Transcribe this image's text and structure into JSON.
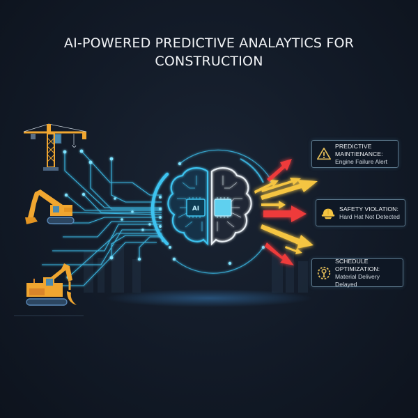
{
  "title": {
    "line1": "AI-POWERED PREDICTIVE ANALAYTICS FOR",
    "line2": "CONSTRUCTION"
  },
  "equipment": [
    {
      "name": "tower-crane",
      "icon": "crane-icon"
    },
    {
      "name": "excavator",
      "icon": "excavator-icon"
    },
    {
      "name": "excavator-loader",
      "icon": "excavator-icon"
    }
  ],
  "brain": {
    "chip_label": "AI",
    "icon": "brain-circuit-icon"
  },
  "alerts": [
    {
      "icon": "warning-triangle-icon",
      "heading": "PREDICTIVE MAINTIENANCE:",
      "detail": "Engine Failure Alert"
    },
    {
      "icon": "hard-hat-icon",
      "heading": "SAFETY VIOLATION:",
      "detail": "Hard Hat Not Detected"
    },
    {
      "icon": "schedule-gear-icon",
      "heading": "SCHEDULE OPTIMIZATION:",
      "detail": "Material Delivery Delayed"
    }
  ],
  "colors": {
    "background": "#121a27",
    "circuit": "#3ec3f0",
    "brain_right": "#e8eef3",
    "machine": "#f0a630",
    "arrow_yellow": "#f5c542",
    "arrow_red": "#ee3b3b",
    "alert_border": "#5d7a8e"
  }
}
